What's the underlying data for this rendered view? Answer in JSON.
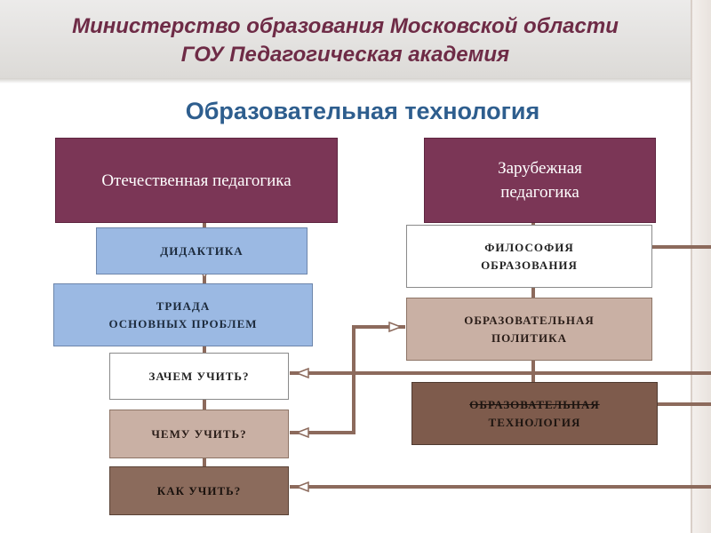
{
  "header": {
    "line1": "Министерство образования Московской области",
    "line2": "ГОУ Педагогическая академия"
  },
  "title": "Образовательная технология",
  "left_column": {
    "domestic": "Отечественная педагогика",
    "didactics": "ДИДАКТИКА",
    "triad_line1": "ТРИАДА",
    "triad_line2": "ОСНОВНЫХ ПРОБЛЕМ",
    "why": "ЗАЧЕМ УЧИТЬ?",
    "what": "ЧЕМУ УЧИТЬ?",
    "how": "КАК УЧИТЬ?"
  },
  "right_column": {
    "foreign_line1": "Зарубежная",
    "foreign_line2": "педагогика",
    "philosophy_line1": "ФИЛОСОФИЯ",
    "philosophy_line2": "ОБРАЗОВАНИЯ",
    "policy_line1": "ОБРАЗОВАТЕЛЬНАЯ",
    "policy_line2": "ПОЛИТИКА",
    "technology_line1": "ОБРАЗОВАТЕЛЬНАЯ",
    "technology_line2": "ТЕХНОЛОГИЯ"
  },
  "colors": {
    "maroon": "#7b3656",
    "blue": "#9bb9e3",
    "tan": "#c9b0a4",
    "brown": "#8b6b5c",
    "connector": "#8c6a5c",
    "header_text": "#6e2b46",
    "title_text": "#2e5e8e"
  }
}
